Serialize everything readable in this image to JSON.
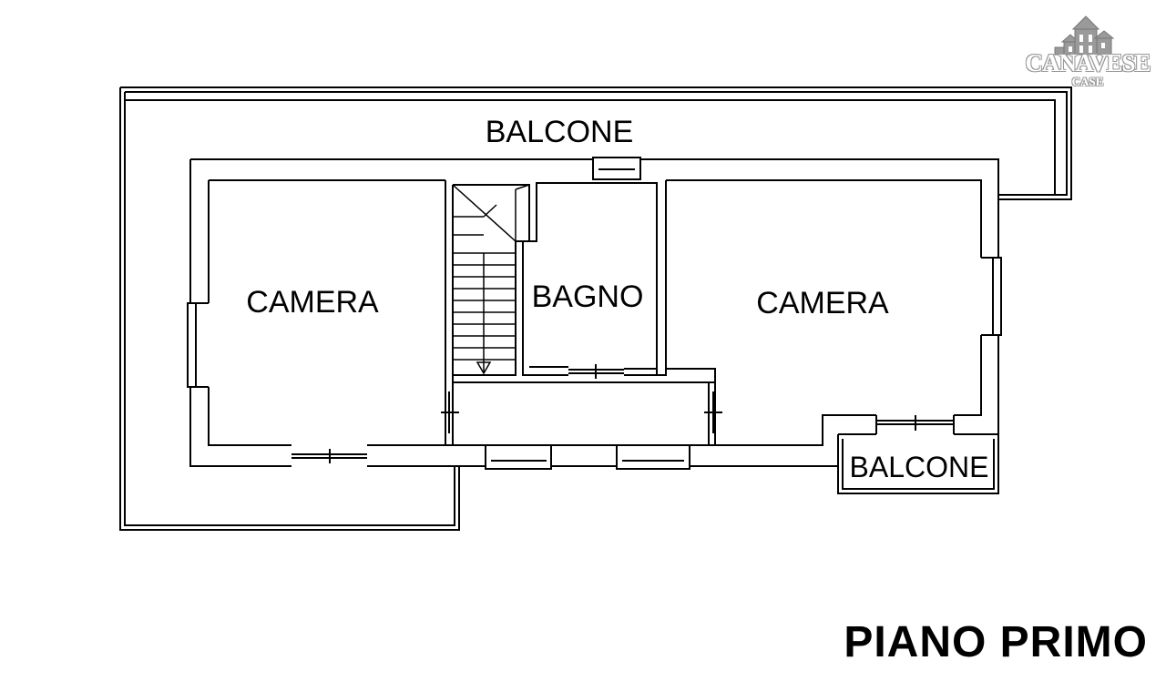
{
  "logo": {
    "name": "CANAVESE",
    "subtitle": "CASE",
    "color": "#9a9a9a"
  },
  "rooms": {
    "balcony_top": "BALCONE",
    "bedroom_left": "CAMERA",
    "bathroom": "BAGNO",
    "bedroom_right": "CAMERA",
    "balcony_small": "BALCONE"
  },
  "floor_title": "PIANO PRIMO",
  "colors": {
    "wall": "#000000",
    "background": "#ffffff"
  }
}
